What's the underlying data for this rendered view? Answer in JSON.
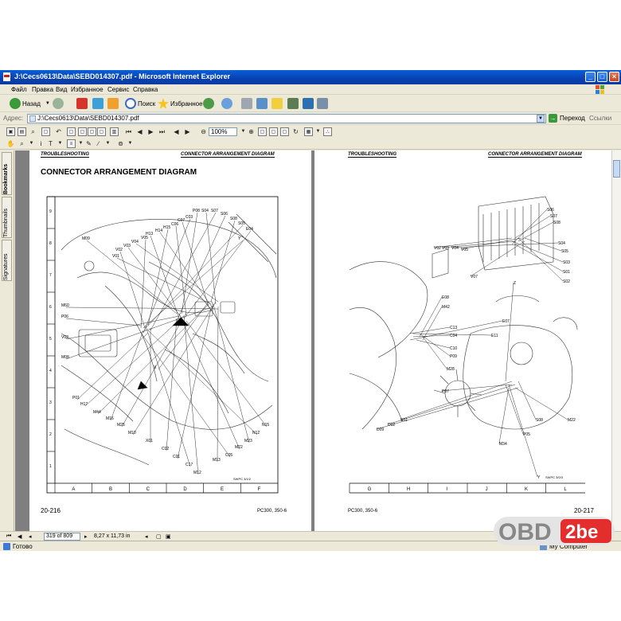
{
  "window": {
    "title": "J:\\Cecs0613\\Data\\SEBD014307.pdf - Microsoft Internet Explorer"
  },
  "menu": [
    "Файл",
    "Правка",
    "Вид",
    "Избранное",
    "Сервис",
    "Справка"
  ],
  "toolbar": {
    "back_label": "Назад",
    "search_label": "Поиск",
    "favorites_label": "Избранное"
  },
  "address": {
    "label": "Адрес:",
    "value": "J:\\Cecs0613\\Data\\SEBD014307.pdf",
    "go_label": "Переход",
    "links_label": "Ссылки"
  },
  "pdf_toolbar": {
    "zoom": "100%"
  },
  "nav_tabs": [
    "Bookmarks",
    "Thumbnails",
    "Signatures"
  ],
  "left_page": {
    "header_left": "TROUBLESHOOTING",
    "header_right": "CONNECTOR ARRANGEMENT DIAGRAM",
    "title": "CONNECTOR ARRANGEMENT DIAGRAM",
    "page_number": "20-216",
    "model": "PC300, 350-6",
    "grid_letters": [
      "A",
      "B",
      "C",
      "D",
      "E",
      "F"
    ],
    "grid_numbers": [
      "9",
      "8",
      "7",
      "6",
      "5",
      "4",
      "3",
      "2",
      "1"
    ],
    "ref": "SWPC 3/1/2",
    "labels": [
      "M09",
      "V01",
      "V02",
      "V03",
      "V04",
      "V05",
      "H13",
      "H14",
      "H15",
      "C06",
      "C07",
      "C03",
      "P08",
      "S04",
      "S07",
      "S06",
      "S08",
      "S05",
      "E04",
      "M60",
      "P06",
      "V02",
      "M08",
      "P01",
      "H17",
      "M44",
      "M16",
      "M25",
      "M10",
      "X01",
      "C02",
      "C01",
      "C17",
      "M12",
      "M13",
      "C05",
      "M22",
      "M23",
      "N12",
      "N15",
      "X",
      "Y"
    ]
  },
  "right_page": {
    "header_left": "TROUBLESHOOTING",
    "header_right": "CONNECTOR ARRANGEMENT DIAGRAM",
    "page_number": "20-217",
    "model": "PC300, 350-6",
    "grid_letters": [
      "G",
      "H",
      "I",
      "J",
      "K",
      "L"
    ],
    "ref": "SWPC 3/0/3",
    "labels": [
      "V02",
      "V03",
      "V04",
      "V05",
      "V07",
      "S06",
      "S07",
      "S08",
      "S04",
      "S05",
      "S03",
      "S01",
      "S02",
      "E08",
      "M42",
      "C13",
      "C04",
      "C10",
      "P09",
      "M28",
      "E07",
      "E11",
      "P07",
      "M22",
      "S08",
      "P05",
      "M34",
      "S01",
      "D02",
      "D09",
      "Z",
      "Y"
    ]
  },
  "pdf_status": {
    "page_indicator": "319 of 809",
    "page_size": "8,27 x 11,73 in"
  },
  "ie_status": {
    "text": "Готово",
    "zone": "My Computer"
  },
  "watermark": {
    "text_left": "OBD",
    "text_right": "2be"
  }
}
